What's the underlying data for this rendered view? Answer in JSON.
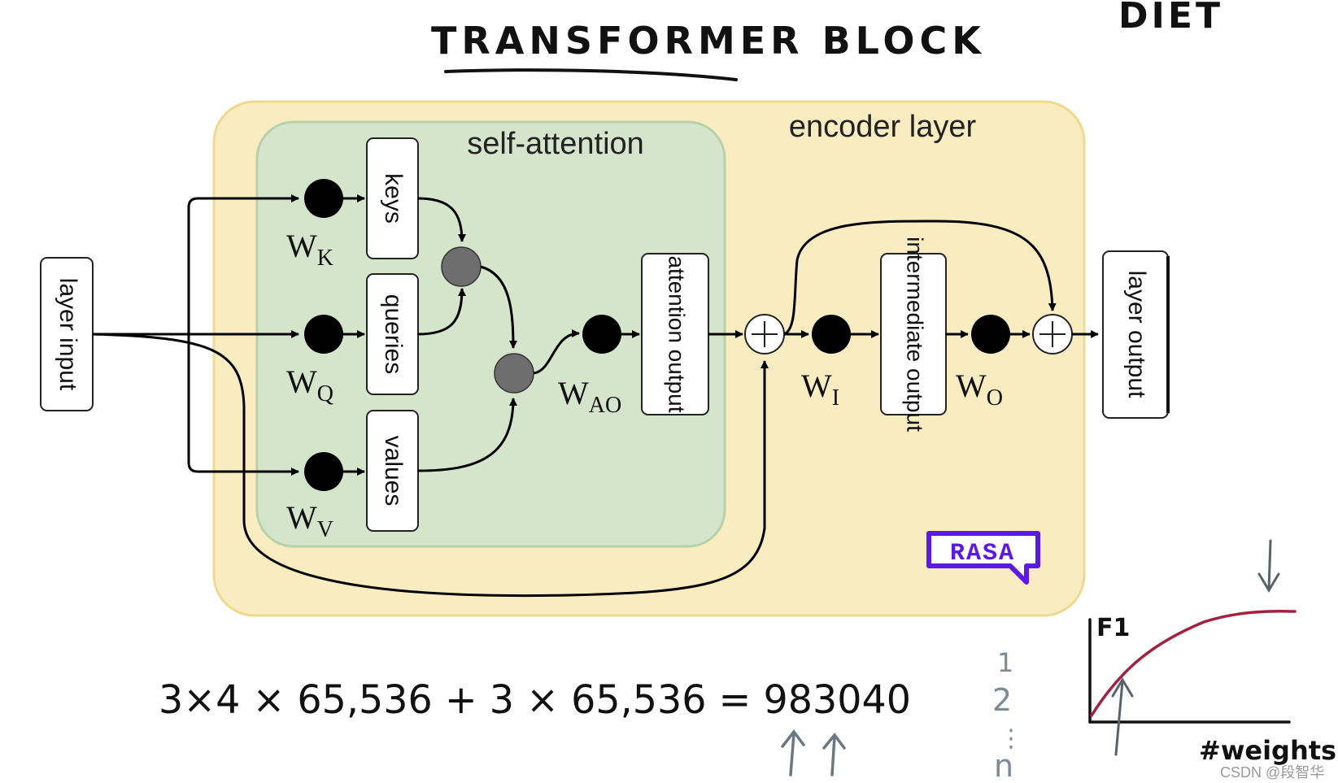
{
  "handwritten": {
    "title": "TRANSFORMER BLOCK",
    "corner": "DIET",
    "equation": "3×4 × 65,536 + 3 × 65,536 = 983040",
    "list_1": "1",
    "list_2": "2",
    "list_dots": "⋮",
    "list_n": "n",
    "mini_chart_y": "F1",
    "mini_chart_x": "#weights"
  },
  "diagram": {
    "encoder_label": "encoder layer",
    "self_attention_label": "self-attention",
    "layer_input": "layer input",
    "keys": "keys",
    "queries": "queries",
    "values": "values",
    "attention_output": "attention output",
    "intermediate_output": "intermediate output",
    "layer_output": "layer output",
    "w_k": "W",
    "w_k_sub": "K",
    "w_q": "W",
    "w_q_sub": "Q",
    "w_v": "W",
    "w_v_sub": "V",
    "w_ao": "W",
    "w_ao_sub": "AO",
    "w_i": "W",
    "w_i_sub": "I",
    "w_o": "W",
    "w_o_sub": "O",
    "plus_symbol": "+"
  },
  "logo": {
    "text": "RASA"
  },
  "watermark": "CSDN @段智华",
  "colors": {
    "encoder_fill": "#f9ecc0",
    "encoder_stroke": "#efd98f",
    "attention_fill": "#d4e5cc",
    "attention_stroke": "#b7d1a9",
    "node_black": "#000000",
    "node_grey": "#6e6e6e",
    "rasa_purple": "#5a17ee",
    "curve_red": "#a3213f",
    "pencil_grey": "#7f8a92"
  }
}
